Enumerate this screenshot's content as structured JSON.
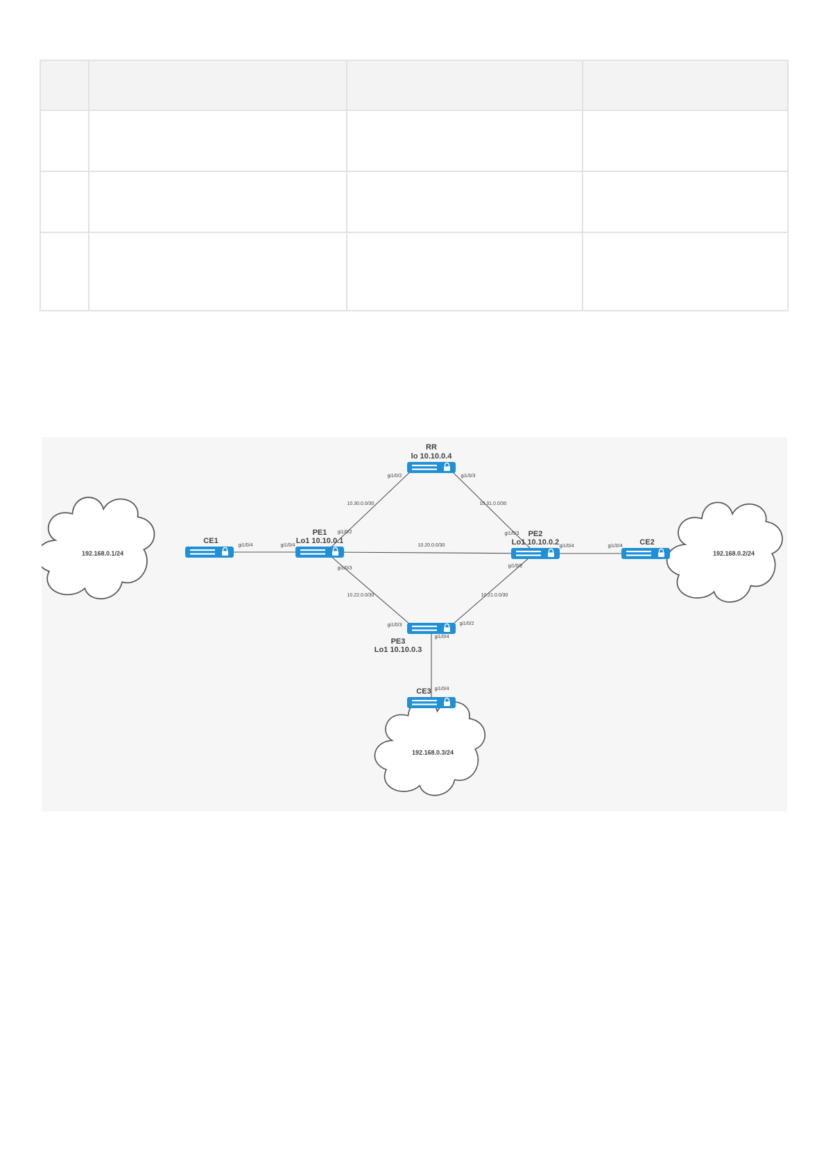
{
  "table": {
    "columns": [
      "",
      "",
      "",
      ""
    ],
    "rows": [
      [
        "",
        "",
        "",
        ""
      ],
      [
        "",
        "",
        "",
        ""
      ],
      [
        "",
        "",
        "",
        ""
      ]
    ]
  },
  "diagram": {
    "devices": {
      "rr": {
        "name": "RR",
        "address": "lo 10.10.0.4"
      },
      "pe1": {
        "name": "PE1",
        "address": "Lo1 10.10.0.1"
      },
      "pe2": {
        "name": "PE2",
        "address": "Lo1 10.10.0.2"
      },
      "pe3": {
        "name": "PE3",
        "address": "Lo1 10.10.0.3"
      },
      "ce1": {
        "name": "CE1"
      },
      "ce2": {
        "name": "CE2"
      },
      "ce3": {
        "name": "CE3"
      }
    },
    "networks": {
      "net1": "192.168.0.1/24",
      "net2": "192.168.0.2/24",
      "net3": "192.168.0.3/24"
    },
    "subnets": {
      "pe1_rr": "10.30.0.0/30",
      "rr_pe2": "10.31.0.0/30",
      "pe1_pe2": "10.20.0.0/30",
      "pe1_pe3": "10.22.0.0/30",
      "pe2_pe3": "10.21.0.0/30"
    },
    "interfaces": {
      "ce1_gi": "gi1/0/4",
      "pe1_gi4": "gi1/0/4",
      "pe1_gi2": "gi1/0/2",
      "pe1_gi3": "gi1/0/3",
      "rr_gi2": "gi1/0/2",
      "rr_gi3": "gi1/0/3",
      "pe2_gi3": "gi1/0/3",
      "pe2_gi4": "gi1/0/4",
      "pe2_gi2": "gi1/0/2",
      "ce2_gi": "gi1/0/4",
      "pe3_gi3": "gi1/0/3",
      "pe3_gi2": "gi1/0/2",
      "pe3_gi4": "gi1/0/4",
      "ce3_gi": "gi1/0/4"
    },
    "colors": {
      "device": "#1f8fd6",
      "background": "#f6f6f6",
      "line": "#555555"
    }
  }
}
